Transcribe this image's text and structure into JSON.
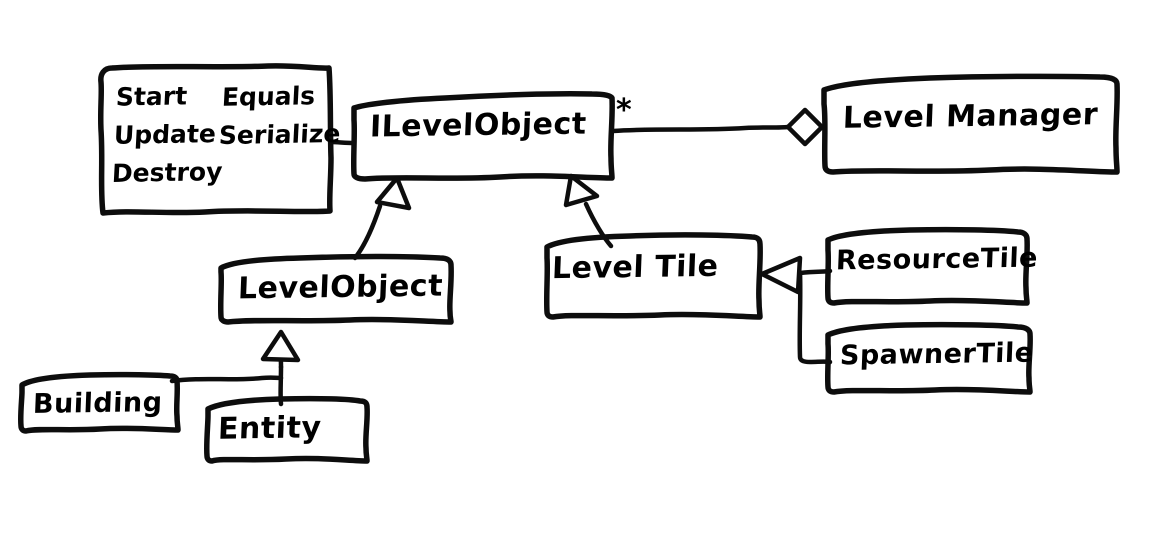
{
  "diagram": {
    "title": "ILevelObject UML class diagram",
    "style": "hand-drawn-sketch",
    "stroke_color": "#0d0d0d",
    "background_color": "#ffffff"
  },
  "nodes": {
    "methods_box": {
      "name": "methods-box",
      "lines": [
        {
          "left": "Start",
          "right": "Equals"
        },
        {
          "left": "Update",
          "right": "Serialize"
        },
        {
          "left": "Destroy",
          "right": ""
        }
      ]
    },
    "ilevelobject": {
      "label": "ILevelObject"
    },
    "levelmanager": {
      "label": "Level Manager"
    },
    "levelobject": {
      "label": "LevelObject"
    },
    "leveltile": {
      "label": "Level Tile"
    },
    "resourcetile": {
      "label": "ResourceTile"
    },
    "spawnertile": {
      "label": "SpawnerTile"
    },
    "building": {
      "label": "Building"
    },
    "entity": {
      "label": "Entity"
    }
  },
  "edges": {
    "multiplicity_star": "*",
    "list": [
      {
        "from": "methods_box",
        "to": "ilevelobject",
        "type": "note-link"
      },
      {
        "from": "ilevelobject",
        "to": "levelmanager",
        "type": "aggregation",
        "multiplicity": "*"
      },
      {
        "from": "levelobject",
        "to": "ilevelobject",
        "type": "inheritance"
      },
      {
        "from": "leveltile",
        "to": "ilevelobject",
        "type": "inheritance"
      },
      {
        "from": "resourcetile",
        "to": "leveltile",
        "type": "inheritance"
      },
      {
        "from": "spawnertile",
        "to": "leveltile",
        "type": "inheritance"
      },
      {
        "from": "building",
        "to": "levelobject",
        "type": "inheritance"
      },
      {
        "from": "entity",
        "to": "levelobject",
        "type": "inheritance"
      }
    ]
  }
}
